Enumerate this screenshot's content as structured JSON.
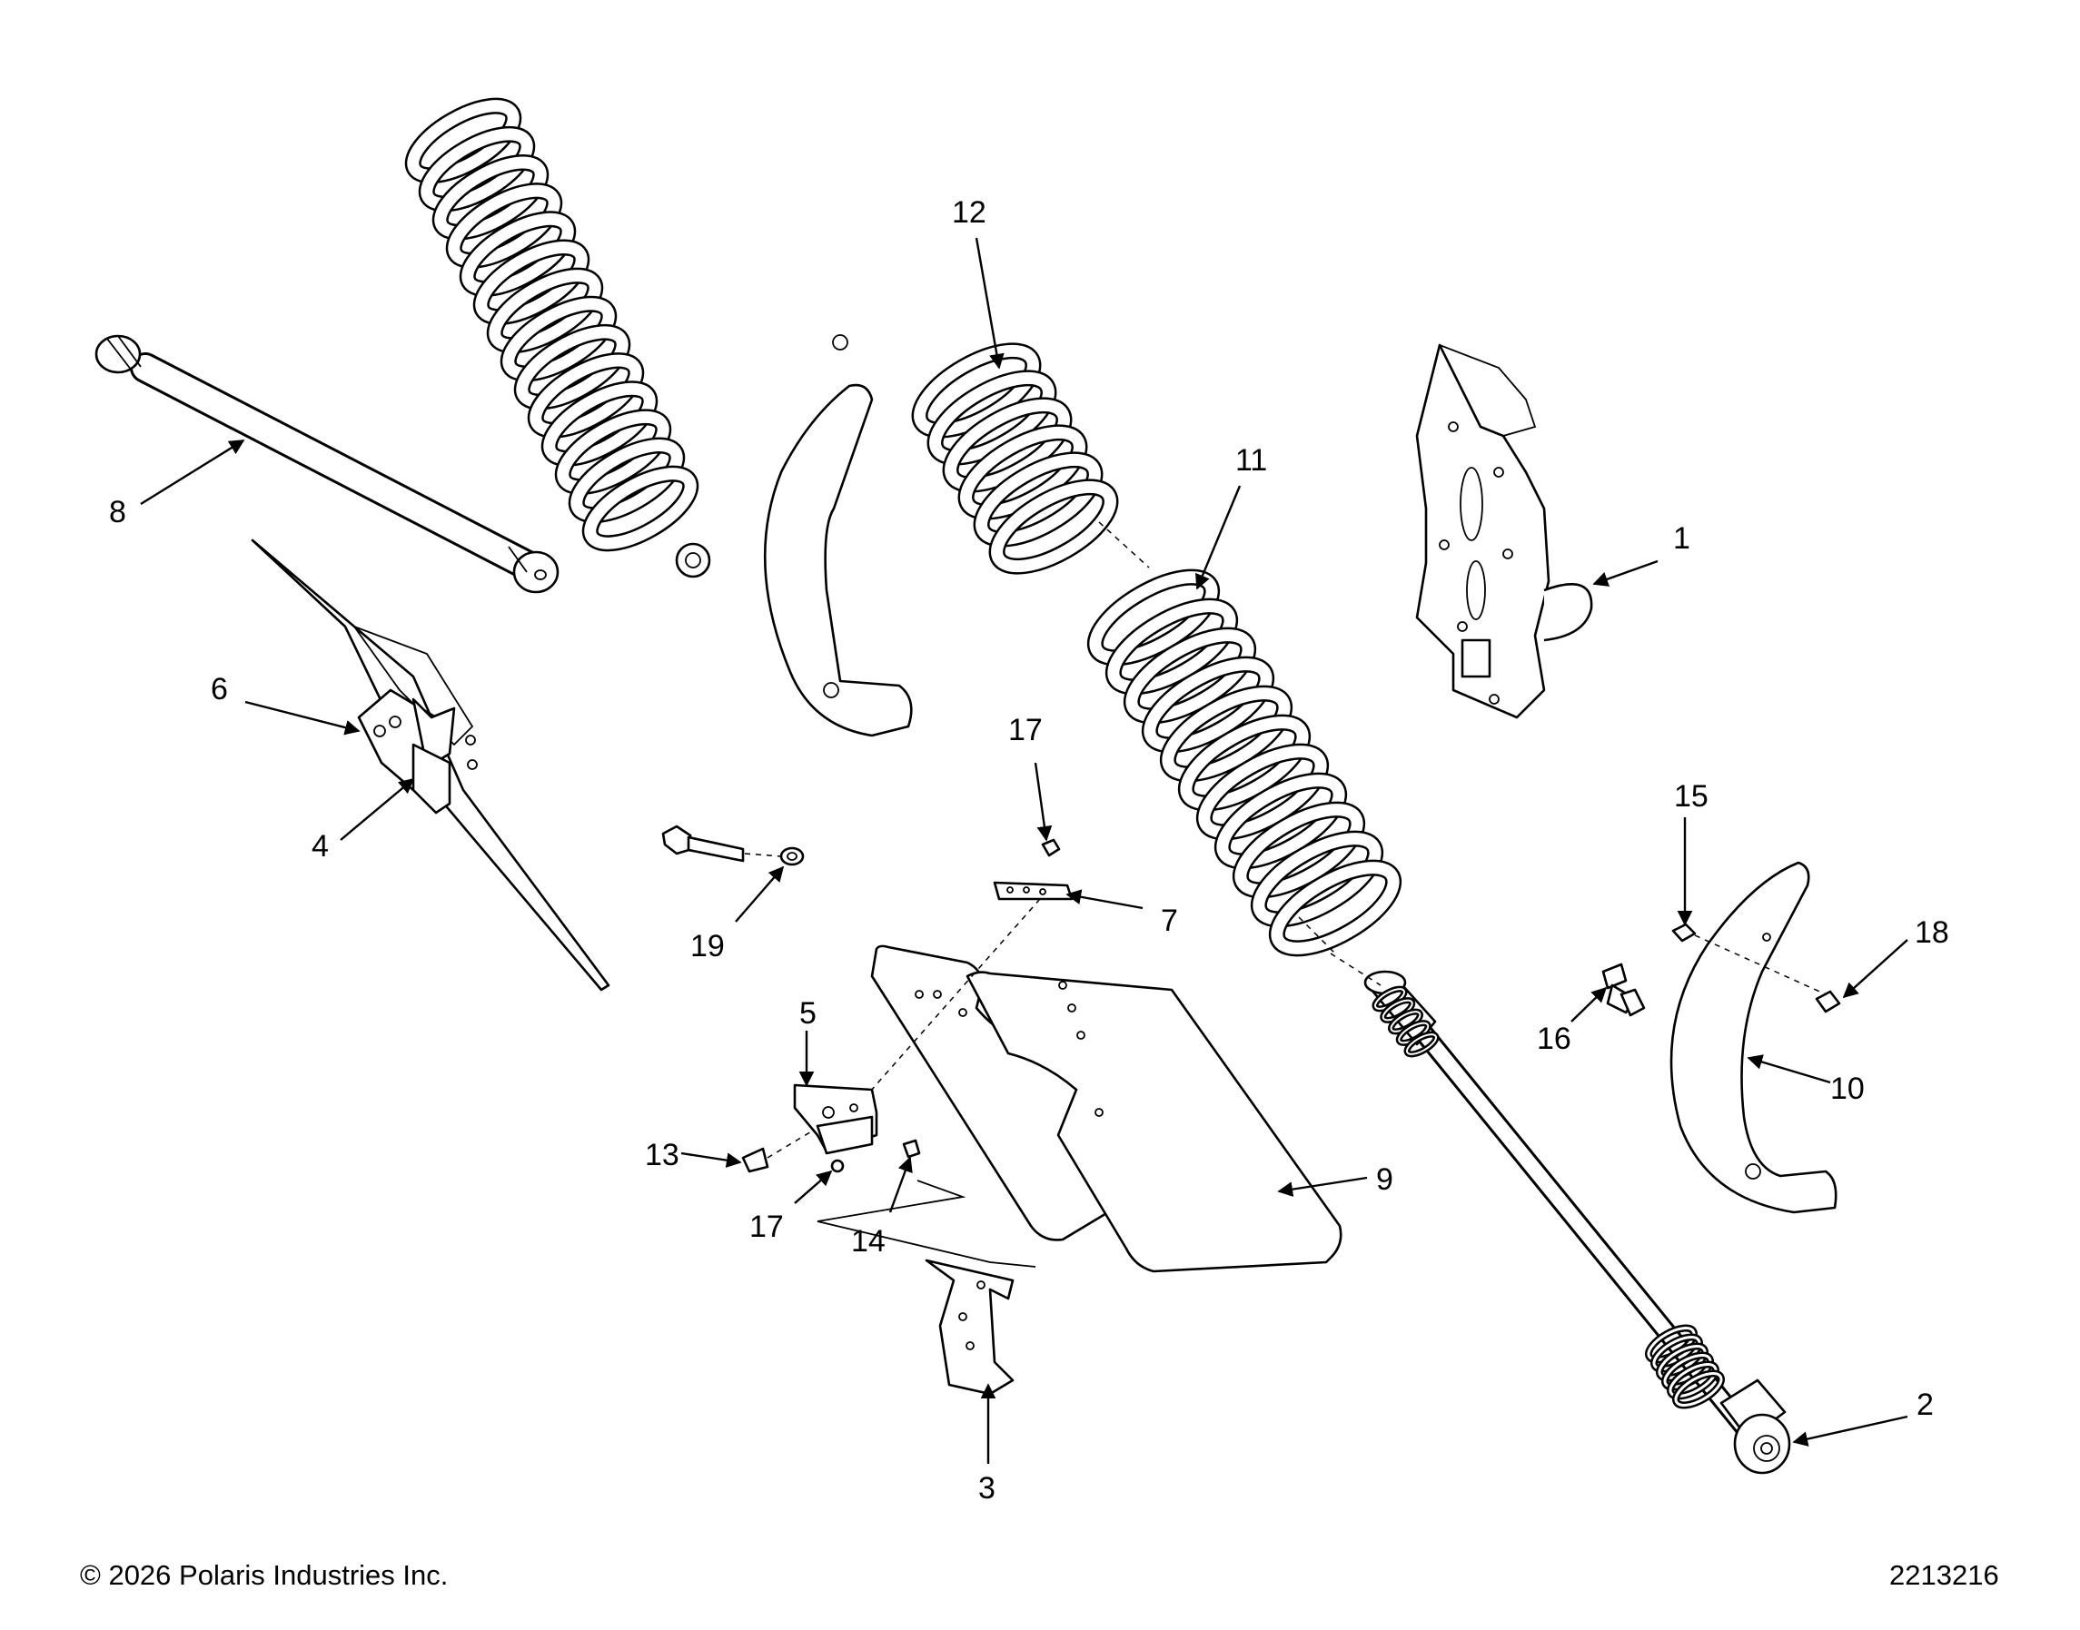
{
  "footer": {
    "copyright": "© 2026 Polaris Industries Inc.",
    "diagram_id": "2213216"
  },
  "callouts": [
    {
      "id": "1",
      "label": "1"
    },
    {
      "id": "2",
      "label": "2"
    },
    {
      "id": "3",
      "label": "3"
    },
    {
      "id": "4",
      "label": "4"
    },
    {
      "id": "5",
      "label": "5"
    },
    {
      "id": "6",
      "label": "6"
    },
    {
      "id": "7",
      "label": "7"
    },
    {
      "id": "8",
      "label": "8"
    },
    {
      "id": "9",
      "label": "9"
    },
    {
      "id": "10",
      "label": "10"
    },
    {
      "id": "11",
      "label": "11"
    },
    {
      "id": "12",
      "label": "12"
    },
    {
      "id": "13",
      "label": "13"
    },
    {
      "id": "14",
      "label": "14"
    },
    {
      "id": "15",
      "label": "15"
    },
    {
      "id": "16",
      "label": "16"
    },
    {
      "id": "17a",
      "label": "17"
    },
    {
      "id": "17b",
      "label": "17"
    },
    {
      "id": "18",
      "label": "18"
    },
    {
      "id": "19",
      "label": "19"
    }
  ]
}
